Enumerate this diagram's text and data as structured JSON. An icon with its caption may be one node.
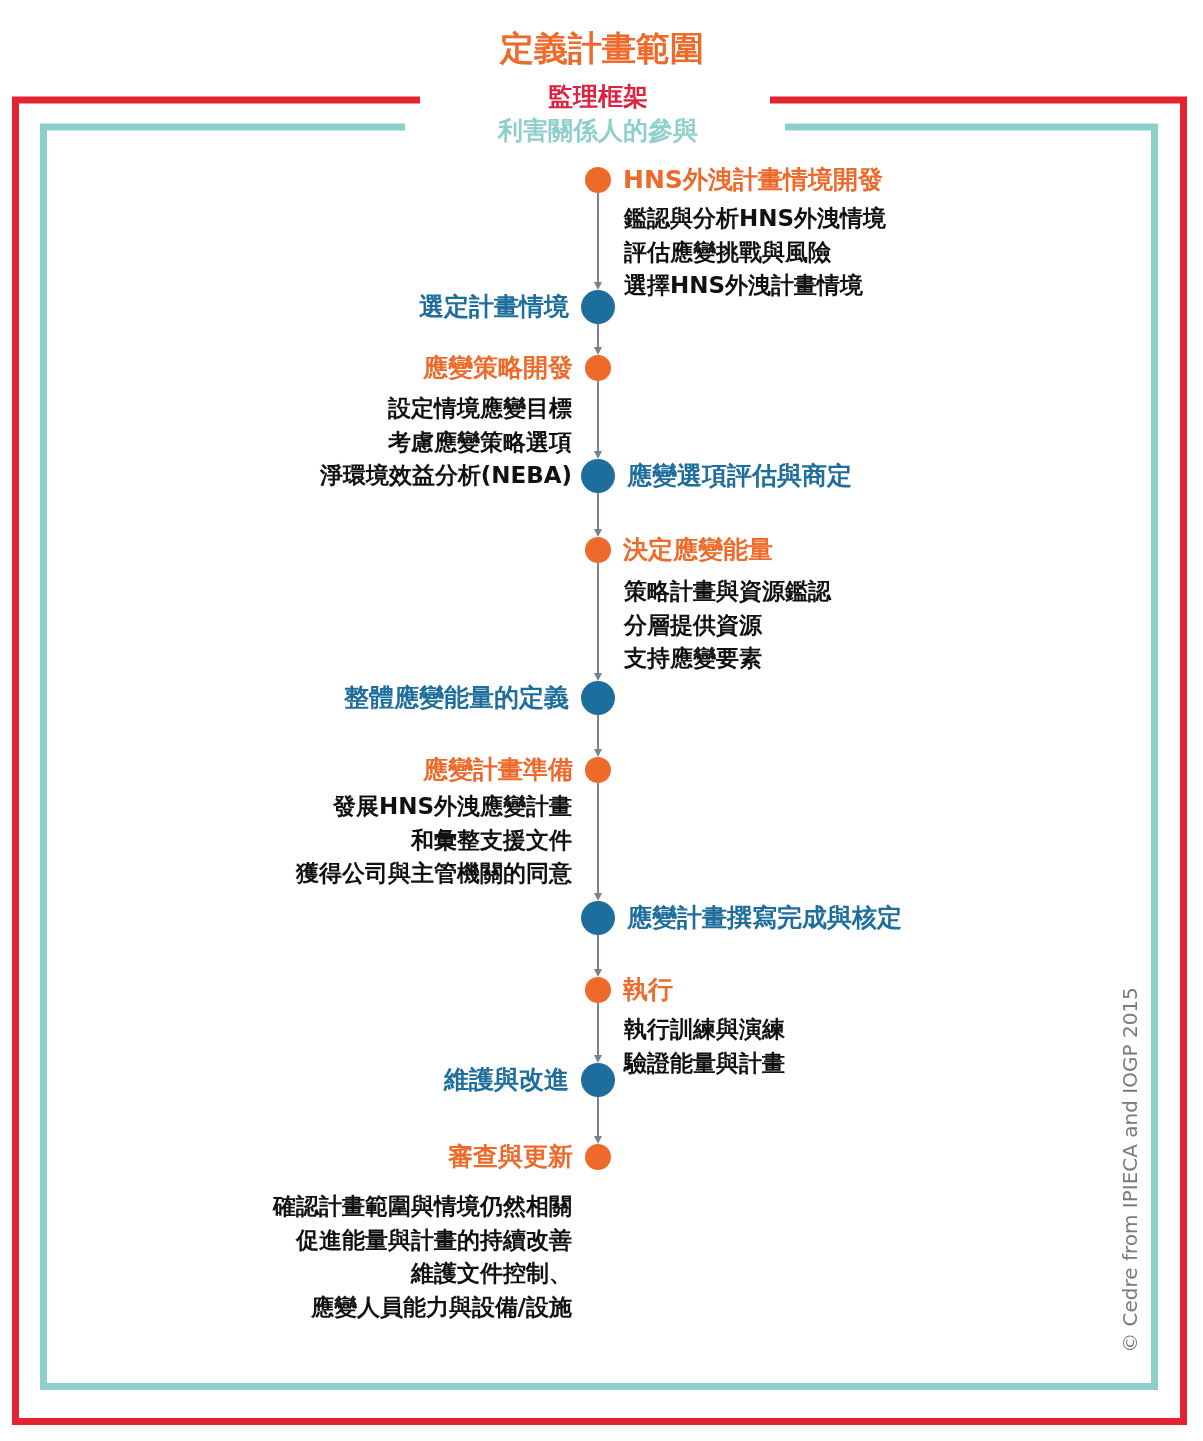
{
  "diagram": {
    "title": "定義計畫範圍",
    "nodes": [
      {
        "text": [
          "監理框架"
        ]
      },
      {
        "text": [
          "利害關係人的參與"
        ],
        "in": 0
      },
      {
        "text": [
          "HNS外洩計畫情境開發"
        ],
        "in": 1,
        "beside": [
          "鑑認與分析HNS外洩情境",
          "評估應變挑戰與風險",
          "選擇HNS外洩計畫情境"
        ]
      },
      {
        "text": [
          "選定計畫情境"
        ],
        "in": 1
      },
      {
        "text": [
          "應變策略開發"
        ],
        "in": 1,
        "beside": [
          "設定情境應變目標",
          "考慮應變策略選項",
          "淨環境效益分析(NEBA)"
        ]
      },
      {
        "text": [
          "應變選項評估與商定"
        ],
        "in": 1
      },
      {
        "text": [
          "決定應變能量"
        ],
        "in": 1,
        "beside": [
          "策略計畫與資源鑑認",
          "分層提供資源",
          "支持應變要素"
        ]
      },
      {
        "text": [
          "整體應變能量的定義"
        ],
        "in": 1
      },
      {
        "text": [
          "應變計畫準備"
        ],
        "in": 1,
        "beside": [
          "發展HNS外洩應變計畫",
          "和彙整支援文件",
          "獲得公司與主管機關的同意"
        ]
      },
      {
        "text": [
          "應變計畫撰寫完成與核定"
        ],
        "in": 1
      },
      {
        "text": [
          "執行"
        ],
        "in": 1,
        "beside": [
          "執行訓練與演練",
          "驗證能量與計畫"
        ]
      },
      {
        "text": [
          "維護與改進"
        ],
        "in": 1
      },
      {
        "text": [
          "審查與更新"
        ],
        "in": 1,
        "beside": [
          "確認計畫範圍與情境仍然相關",
          "促進能量與計畫的持續改善",
          "維護文件控制、",
          "應變人員能力與設備/設施"
        ]
      }
    ],
    "edges": [
      {
        "from": 2,
        "to": 3,
        "arrow": "to"
      },
      {
        "from": 3,
        "to": 4,
        "arrow": "to"
      },
      {
        "from": 4,
        "to": 5,
        "arrow": "to"
      },
      {
        "from": 5,
        "to": 6,
        "arrow": "to"
      },
      {
        "from": 6,
        "to": 7,
        "arrow": "to"
      },
      {
        "from": 7,
        "to": 8,
        "arrow": "to"
      },
      {
        "from": 8,
        "to": 9,
        "arrow": "to"
      },
      {
        "from": 9,
        "to": 10,
        "arrow": "to"
      },
      {
        "from": 10,
        "to": 11,
        "arrow": "to"
      },
      {
        "from": 11,
        "to": 12,
        "arrow": "to"
      }
    ],
    "labels": [
      "© Cedre from IPIECA and IOGP 2015"
    ]
  }
}
